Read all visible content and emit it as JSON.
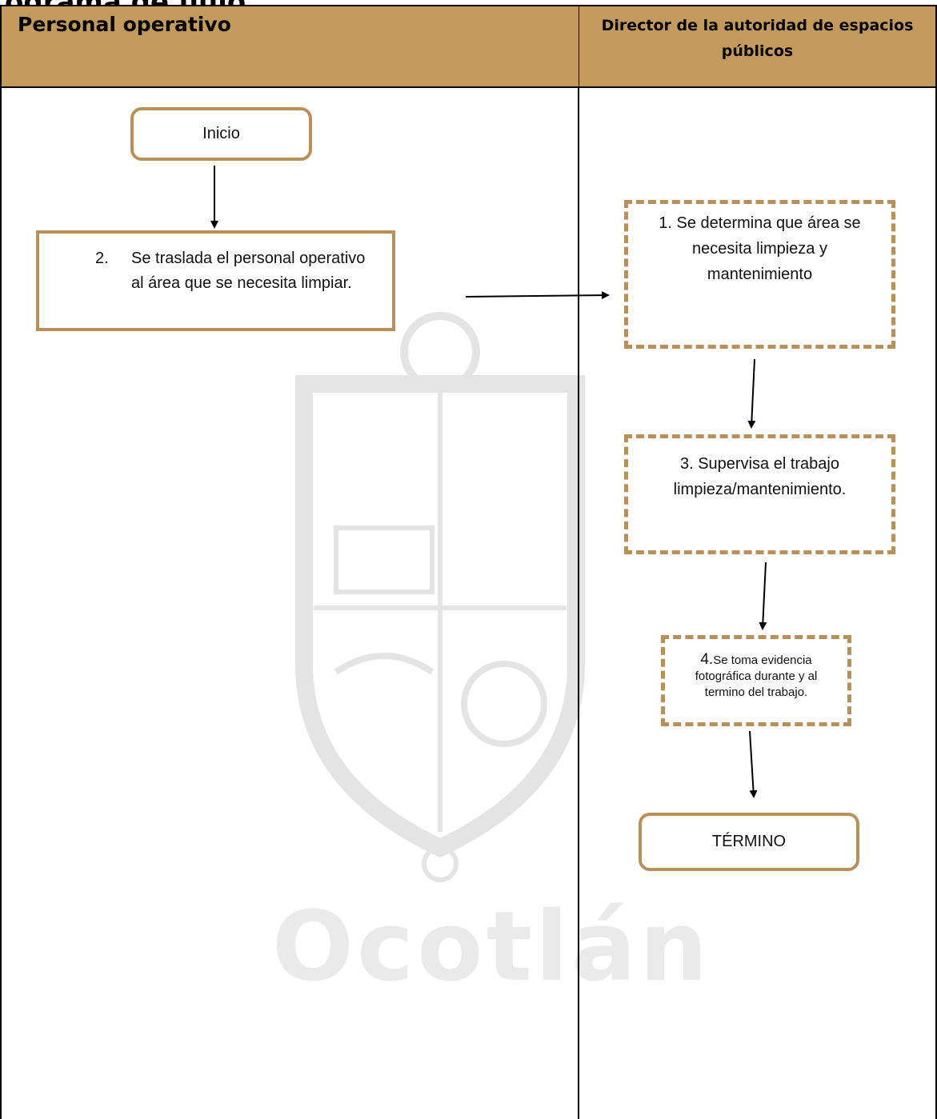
{
  "header": {
    "cut_title": "ograma de flujo",
    "left_lane": "Personal operativo",
    "right_lane": "Director de la autoridad de espacios públicos"
  },
  "nodes": {
    "start": "Inicio",
    "step2_number": "2.",
    "step2_text": "Se traslada el personal operativo al área que se necesita limpiar.",
    "step1_text": "1. Se determina que área se necesita limpieza y mantenimiento",
    "step3_text": "3.  Supervisa el trabajo limpieza/mantenimiento.",
    "step4_number": "4.",
    "step4_text": "Se toma evidencia fotográfica  durante y al termino del trabajo.",
    "end": "TÉRMINO"
  },
  "watermark": {
    "text": "Ocotlán"
  },
  "colors": {
    "header_fill": "#c49a5c",
    "box_border": "#b9905a"
  }
}
